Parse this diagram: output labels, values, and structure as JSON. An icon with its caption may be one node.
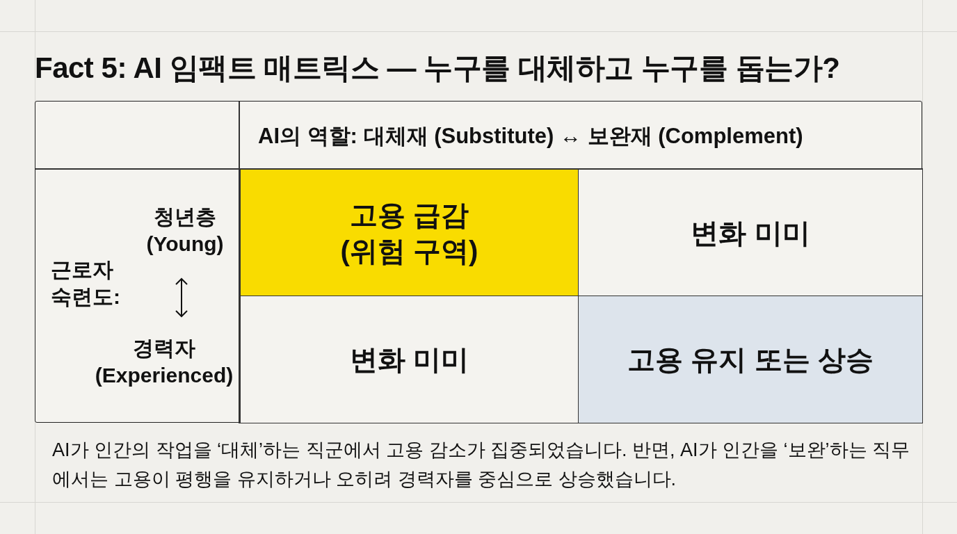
{
  "diagram": {
    "title": "Fact 5: AI 임팩트 매트릭스 — 누구를 대체하고 누구를 돕는가?",
    "nodes": [
      {
        "text": [
          "고용 급감 (위험 구역)"
        ]
      },
      {
        "text": [
          "변화 미미"
        ]
      },
      {
        "text": [
          "변화 미미"
        ]
      },
      {
        "text": [
          "고용 유지 또는 상승"
        ]
      }
    ],
    "labels": [
      "AI의 역할: 대체재 (Substitute) ↔ 보완재 (Complement)",
      "근로자 숙련도:",
      "청년층 (Young)",
      "경력자 (Experienced)"
    ],
    "caption": "AI가 인간의 작업을 ‘대체’하는 직군에서 고용 감소가 집중되었습니다. 반면, AI가 인간을 ‘보완’하는 직무에서는 고용이 평행을 유지하거나 오히려 경력자를 중심으로 상승했습니다."
  }
}
